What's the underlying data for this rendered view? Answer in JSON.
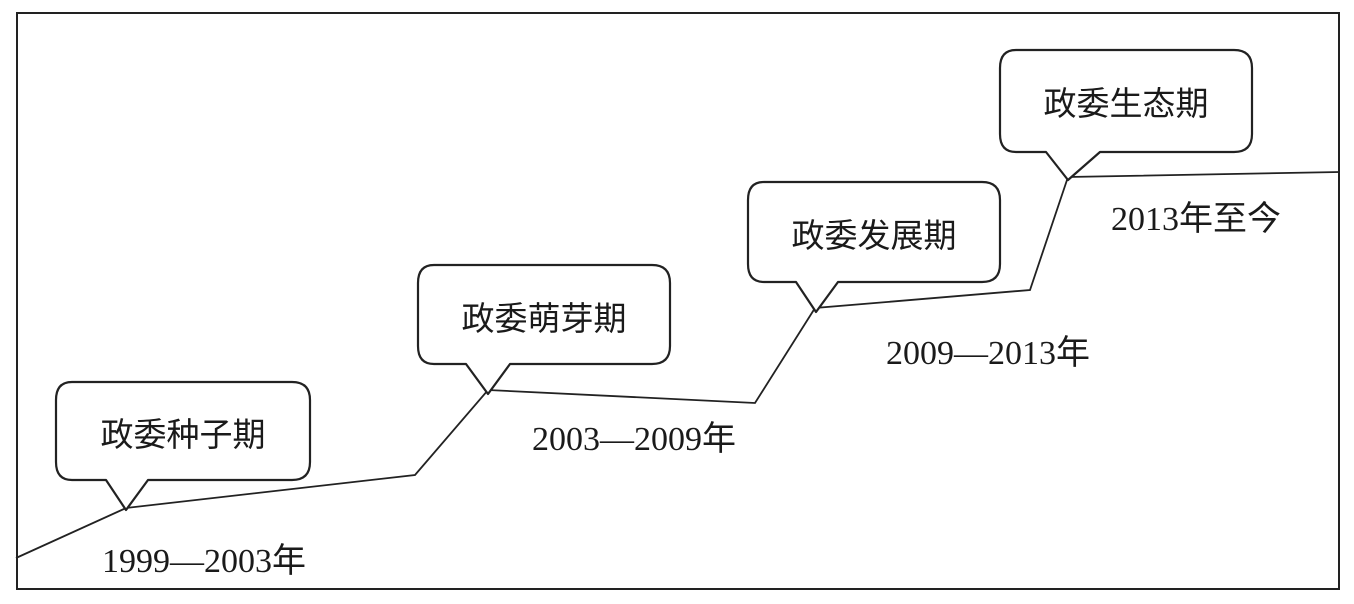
{
  "stages": [
    {
      "name": "政委种子期",
      "period": "1999—2003年"
    },
    {
      "name": "政委萌芽期",
      "period": "2003—2009年"
    },
    {
      "name": "政委发展期",
      "period": "2009—2013年"
    },
    {
      "name": "政委生态期",
      "period": "2013年至今"
    }
  ]
}
